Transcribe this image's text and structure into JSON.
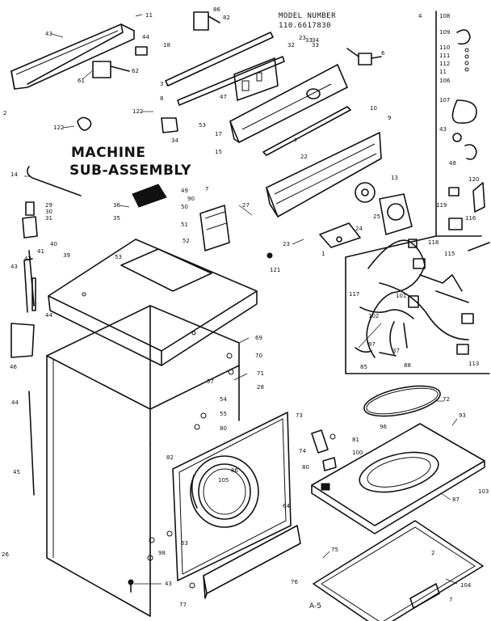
{
  "diagram": {
    "model_label": "MODEL NUMBER",
    "model_number": "110.6617830",
    "title_line1": "MACHINE",
    "title_line2": "SUB-ASSEMBLY",
    "page_ref": "A-5",
    "corner_mark": "4",
    "part_labels": [
      "43",
      "11",
      "86",
      "82",
      "18",
      "44",
      "61",
      "62",
      "3",
      "8",
      "2",
      "122",
      "33",
      "34",
      "34",
      "122",
      "53",
      "47",
      "17",
      "15",
      "32",
      "23",
      "33",
      "6",
      "9",
      "10",
      "14",
      "29",
      "30",
      "31",
      "36",
      "35",
      "40",
      "49",
      "50",
      "51",
      "52",
      "41",
      "42",
      "39",
      "43",
      "44",
      "46",
      "53",
      "7",
      "90",
      "27",
      "22",
      "7",
      "23",
      "121",
      "24",
      "25",
      "13",
      "118",
      "117",
      "102",
      "101",
      "97",
      "37",
      "85",
      "88",
      "113",
      "115",
      "119",
      "120",
      "116",
      "108",
      "109",
      "110",
      "111",
      "112",
      "11",
      "106",
      "107",
      "43",
      "48",
      "44",
      "45",
      "69",
      "70",
      "71",
      "28",
      "57",
      "54",
      "55",
      "80",
      "82",
      "86",
      "105",
      "63",
      "98",
      "64",
      "43",
      "77",
      "76",
      "75",
      "96",
      "93",
      "72",
      "73",
      "74",
      "80",
      "81",
      "100",
      "87",
      "103",
      "104",
      "7",
      "2",
      "1",
      "26"
    ]
  }
}
